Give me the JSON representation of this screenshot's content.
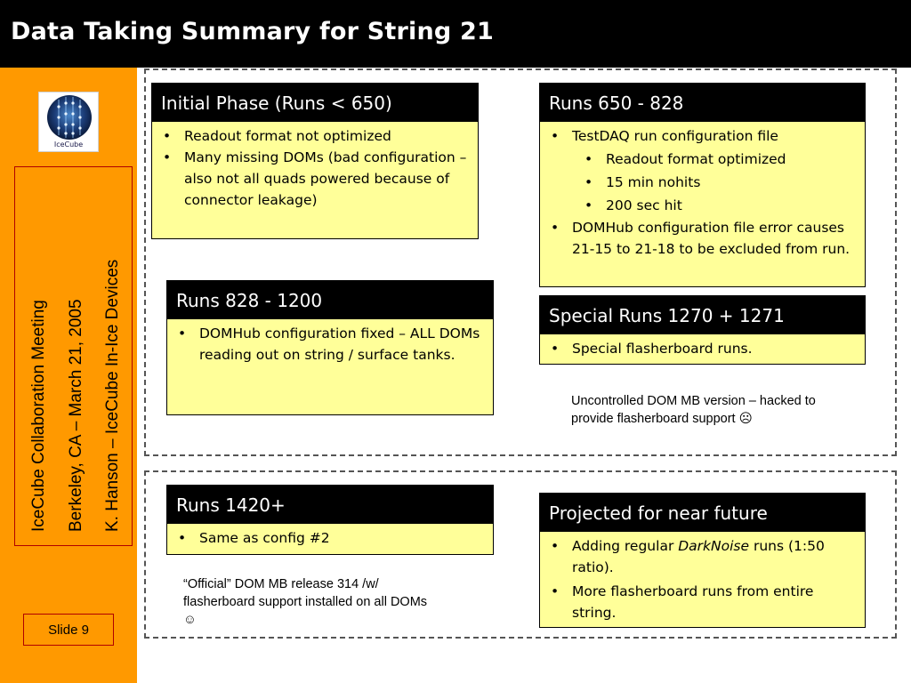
{
  "title": "Data Taking Summary for String 21",
  "sidebar": {
    "logo_label": "IceCube",
    "meeting_lines": [
      "IceCube Collaboration Meeting",
      "Berkeley, CA – March 21, 2005",
      "K. Hanson – IceCube In-Ice Devices"
    ],
    "slide_label": "Slide 9"
  },
  "panels": {
    "initial": {
      "title": "Initial Phase (Runs < 650)",
      "items": [
        "Readout format not optimized",
        "Many missing DOMs (bad configuration – also not all quads powered because of connector leakage)"
      ]
    },
    "runs650": {
      "title": "Runs 650 - 828",
      "items": [
        "TestDAQ run configuration file",
        "Readout format optimized",
        "15 min nohits",
        "200 sec hit",
        "DOMHub configuration file error causes 21-15 to 21-18 to be excluded from run."
      ]
    },
    "runs828": {
      "title": "Runs 828 - 1200",
      "items": [
        "DOMHub configuration fixed – ALL DOMs reading out on string / surface tanks."
      ]
    },
    "special": {
      "title": "Special Runs 1270 + 1271",
      "items": [
        "Special flasherboard runs."
      ]
    },
    "runs1420": {
      "title": "Runs 1420+",
      "items": [
        "Same as config #2"
      ]
    },
    "projected": {
      "title": "Projected for near future",
      "item1_prefix": "Adding regular ",
      "item1_emph": "DarkNoise",
      "item1_suffix": " runs (1:50 ratio).",
      "item2": "More flasherboard runs from entire string."
    }
  },
  "notes": {
    "uncontrolled": "Uncontrolled DOM MB version – hacked to provide flasherboard support ☹",
    "official": "“Official” DOM MB release 314 /w/ flasherboard support installed on all DOMs ☺"
  },
  "colors": {
    "sidebar": "#ff9900",
    "panel_fill": "#ffff99",
    "header": "#000000",
    "border_accent": "#b00000"
  }
}
